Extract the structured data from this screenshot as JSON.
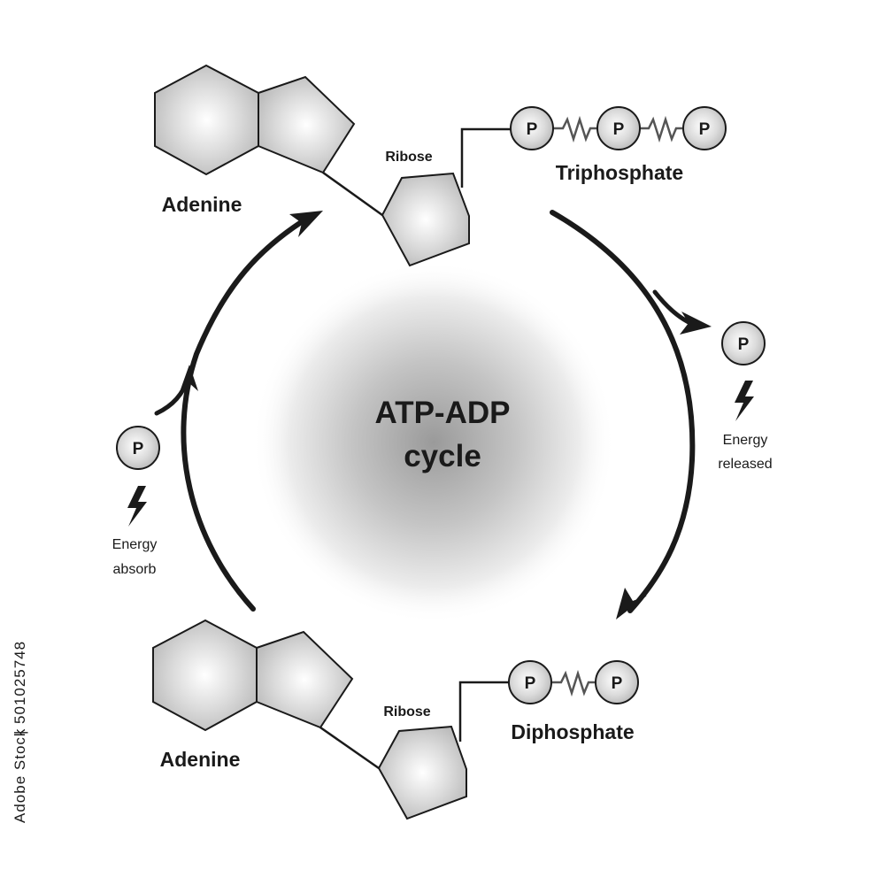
{
  "center": {
    "line1": "ATP-ADP",
    "line2": "cycle"
  },
  "atp": {
    "base_label": "Adenine",
    "sugar_label": "Ribose",
    "phosphate_label": "Triphosphate",
    "phosphates": [
      "P",
      "P",
      "P"
    ]
  },
  "adp": {
    "base_label": "Adenine",
    "sugar_label": "Ribose",
    "phosphate_label": "Diphosphate",
    "phosphates": [
      "P",
      "P"
    ]
  },
  "released": {
    "phosphate": "P",
    "label_line1": "Energy",
    "label_line2": "released",
    "icon": "lightning-bolt-icon"
  },
  "absorbed": {
    "phosphate": "P",
    "label_line1": "Energy",
    "label_line2": "absorb",
    "icon": "lightning-bolt-icon"
  },
  "watermark": {
    "stock_id": "501025748",
    "brand": "Adobe Stock",
    "separator": "|"
  },
  "colors": {
    "shape_fill": "#c8c8c8",
    "shape_highlight": "#ffffff",
    "stroke": "#1a1a1a",
    "arrow": "#1a1a1a",
    "center_glow": "#9a9a9a"
  }
}
